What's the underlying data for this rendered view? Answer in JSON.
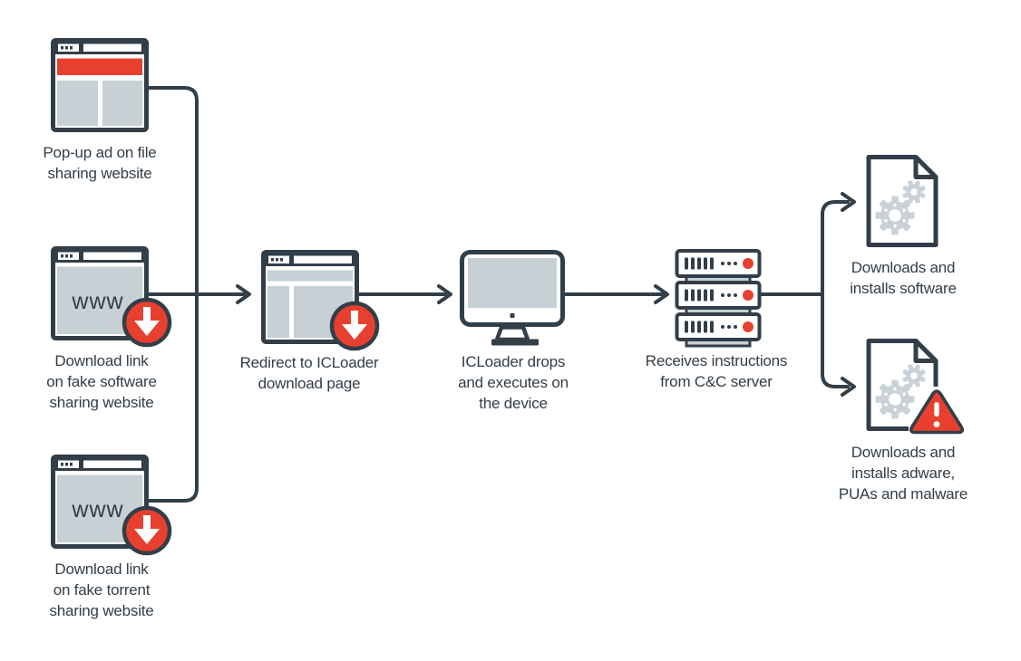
{
  "colors": {
    "outline": "#323e48",
    "accent_red": "#e8402f",
    "panel_gray": "#c6d0d5",
    "background": "#ffffff"
  },
  "nodes": {
    "popup_ad": {
      "icon": "browser-popup-ad-icon",
      "label": "Pop-up ad on file\nsharing website"
    },
    "fake_software_site": {
      "icon": "browser-download-icon",
      "browser_text": "www",
      "label": "Download link\non fake software\nsharing website"
    },
    "fake_torrent_site": {
      "icon": "browser-download-icon",
      "browser_text": "www",
      "label": "Download link\non fake torrent\nsharing website"
    },
    "icloader_page": {
      "icon": "browser-download-icon",
      "label": "Redirect to ICLoader\ndownload page"
    },
    "device": {
      "icon": "monitor-icon",
      "label": "ICLoader drops\nand executes on\nthe device"
    },
    "cc_server": {
      "icon": "server-stack-icon",
      "label": "Receives instructions\nfrom C&C server"
    },
    "installs_software": {
      "icon": "document-gears-icon",
      "label": "Downloads and\ninstalls software"
    },
    "installs_malware": {
      "icon": "document-gears-warning-icon",
      "label": "Downloads and\ninstalls adware,\nPUAs and malware"
    }
  }
}
